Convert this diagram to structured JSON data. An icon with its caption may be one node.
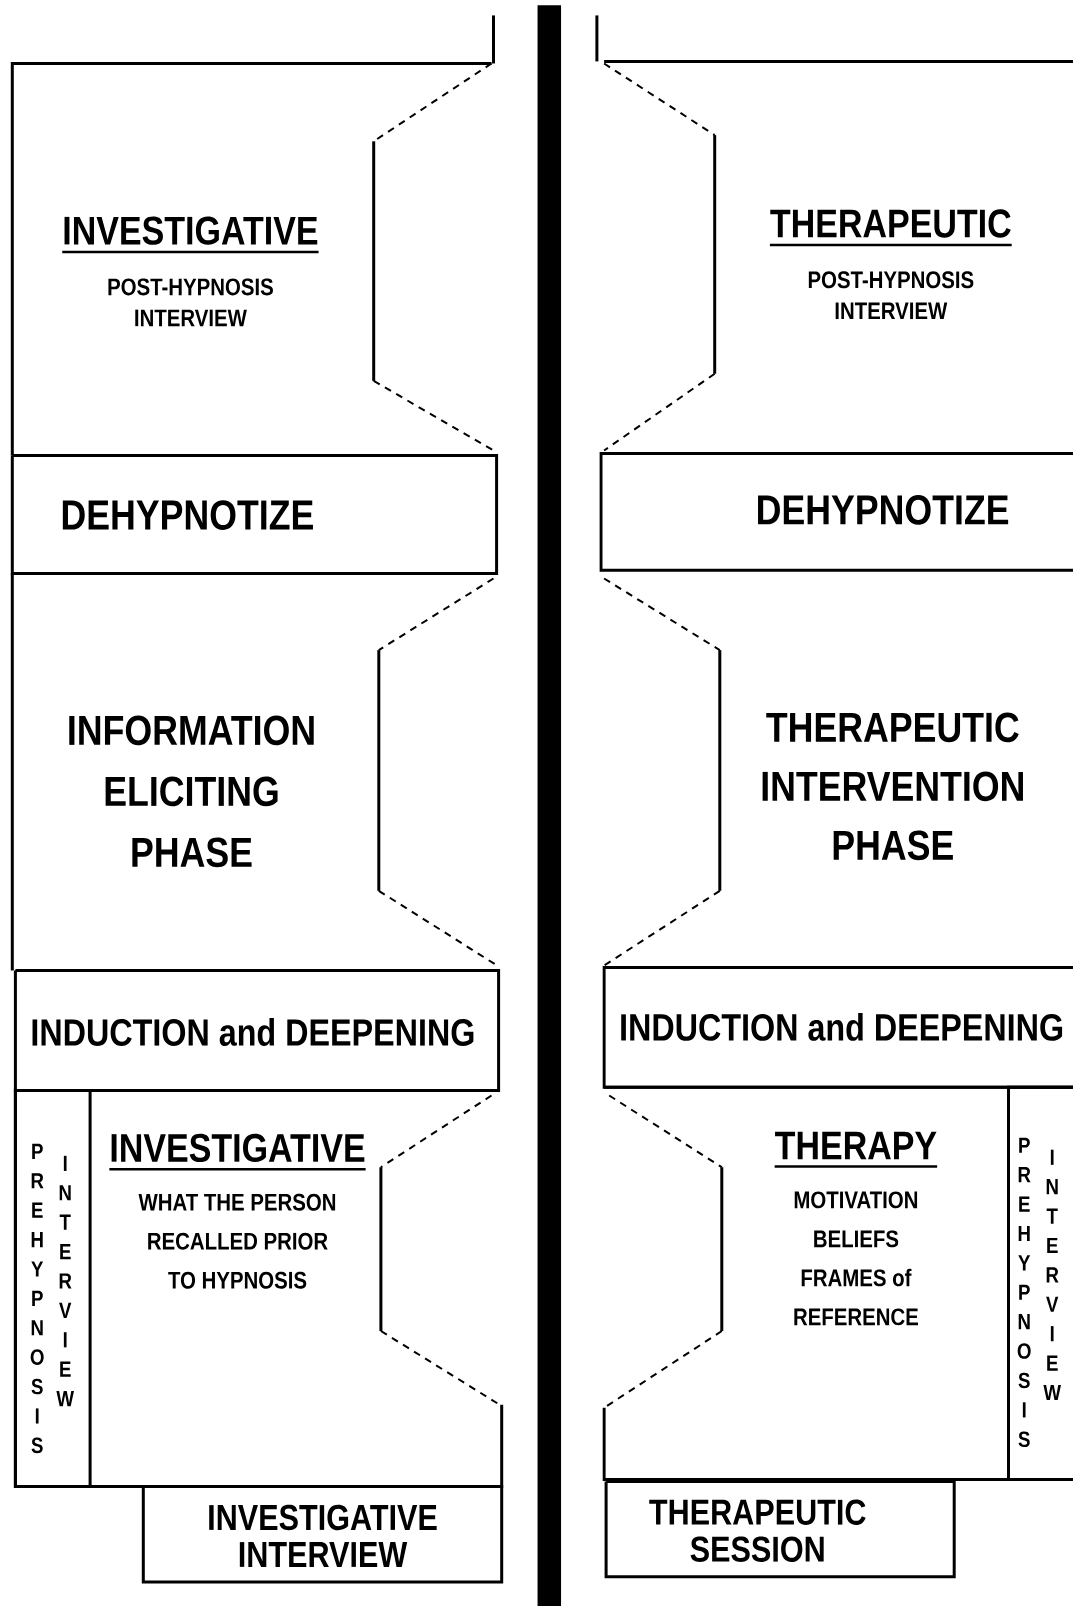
{
  "diagram": {
    "nodes": [
      {
        "text": [
          "INVESTIGATIVE",
          "POST-HYPNOSIS INTERVIEW"
        ]
      },
      {
        "text": [
          "DEHYPNOTIZE"
        ]
      },
      {
        "text": [
          "INFORMATION ELICITING PHASE"
        ]
      },
      {
        "text": [
          "INDUCTION and DEEPENING"
        ]
      },
      {
        "text": [
          "INVESTIGATIVE",
          "WHAT THE PERSON RECALLED PRIOR TO HYPNOSIS"
        ]
      },
      {
        "text": [
          "PREHYPNOSIS",
          "INTERVIEW"
        ],
        "in": 4
      },
      {
        "text": [
          "INVESTIGATIVE INTERVIEW"
        ]
      },
      {
        "text": [
          "THERAPEUTIC",
          "POST-HYPNOSIS INTERVIEW"
        ]
      },
      {
        "text": [
          "DEHYPNOTIZE"
        ]
      },
      {
        "text": [
          "THERAPEUTIC INTERVENTION PHASE"
        ]
      },
      {
        "text": [
          "INDUCTION and DEEPENING"
        ]
      },
      {
        "text": [
          "THERAPY",
          "MOTIVATION BELIEFS FRAMES of REFERENCE"
        ]
      },
      {
        "text": [
          "PREHYPNOSIS",
          "INTERVIEW"
        ],
        "in": 11
      },
      {
        "text": [
          "THERAPEUTIC SESSION"
        ]
      },
      {
        "text": [],
        "shape": "bar"
      }
    ]
  }
}
